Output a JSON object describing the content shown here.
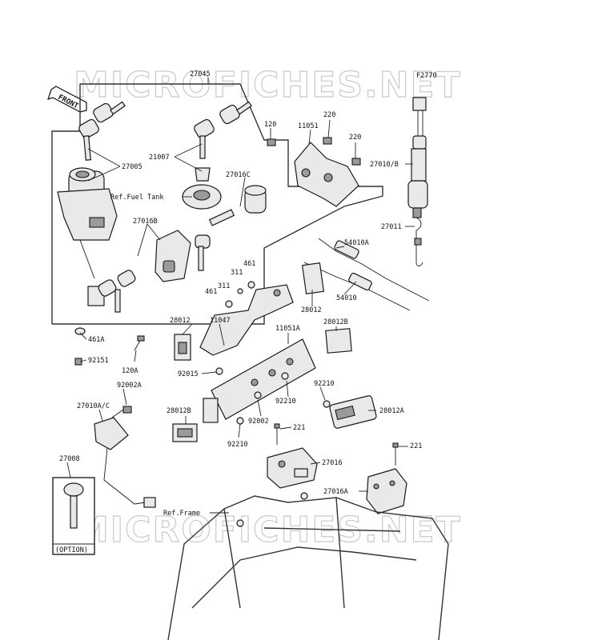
{
  "diagram_code": "F2770",
  "watermark": "MICROFICHES.NET",
  "front_marker": "FRONT",
  "refs": {
    "fuel_tank": "Ref.Fuel Tank",
    "frame": "Ref.Frame"
  },
  "option_label": "(OPTION)",
  "parts": {
    "p27045": "27045",
    "p27005": "27005",
    "p21007": "21007",
    "p27016C": "27016C",
    "p27016B": "27016B",
    "p120": "120",
    "p11051": "11051",
    "p220a": "220",
    "p220b": "220",
    "p27010B": "27010/B",
    "p27011": "27011",
    "p54010A": "54010A",
    "p54010": "54010",
    "p461a": "461",
    "p311a": "311",
    "p311b": "311",
    "p461b": "461",
    "p28012a": "28012",
    "p28012b": "28012",
    "p11047": "11047",
    "p11051A": "11051A",
    "p28012B_top": "28012B",
    "p461A": "461A",
    "p92151": "92151",
    "p120A": "120A",
    "p92015": "92015",
    "p92002A": "92002A",
    "p27010AC": "27010A/C",
    "p92210a": "92210",
    "p92210b": "92210",
    "p92002": "92002",
    "p28012B_low": "28012B",
    "p28012A": "28012A",
    "p221a": "221",
    "p92210c": "92210",
    "p27008": "27008",
    "p27016": "27016",
    "p221b": "221",
    "p27016A": "27016A"
  }
}
